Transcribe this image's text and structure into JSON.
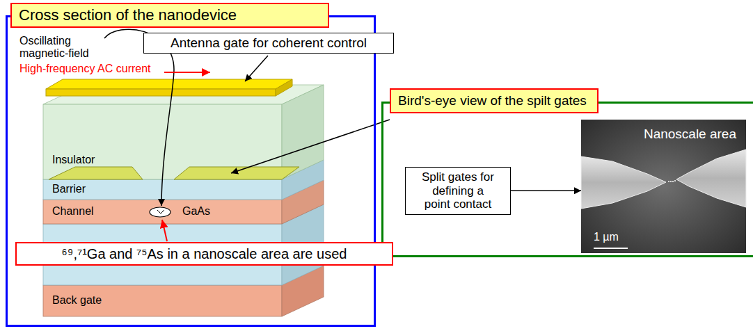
{
  "diagram": {
    "nodes": [
      {
        "text": [
          "Cross section of the nanodevice"
        ]
      },
      {
        "text": [
          "Antenna gate for coherent control"
        ],
        "in": 0
      },
      {
        "text": [
          "⁶⁹,⁷¹Ga and ⁷⁵As in a nanoscale area are used"
        ],
        "in": 0
      },
      {
        "text": [
          "Bird's-eye view of the spilt gates"
        ]
      },
      {
        "text": [
          "Split gates for defining a point contact"
        ],
        "in": 3
      },
      {
        "text": [
          "Nanoscale area",
          "1 µm"
        ],
        "in": 3
      }
    ],
    "edges": [
      {
        "from": 4,
        "to": 5,
        "arrow": "to"
      }
    ],
    "labels": [
      "Oscillating magnetic-field",
      "High-frequency AC current",
      "Insulator",
      "Barrier",
      "Channel",
      "GaAs",
      "Back gate"
    ]
  }
}
